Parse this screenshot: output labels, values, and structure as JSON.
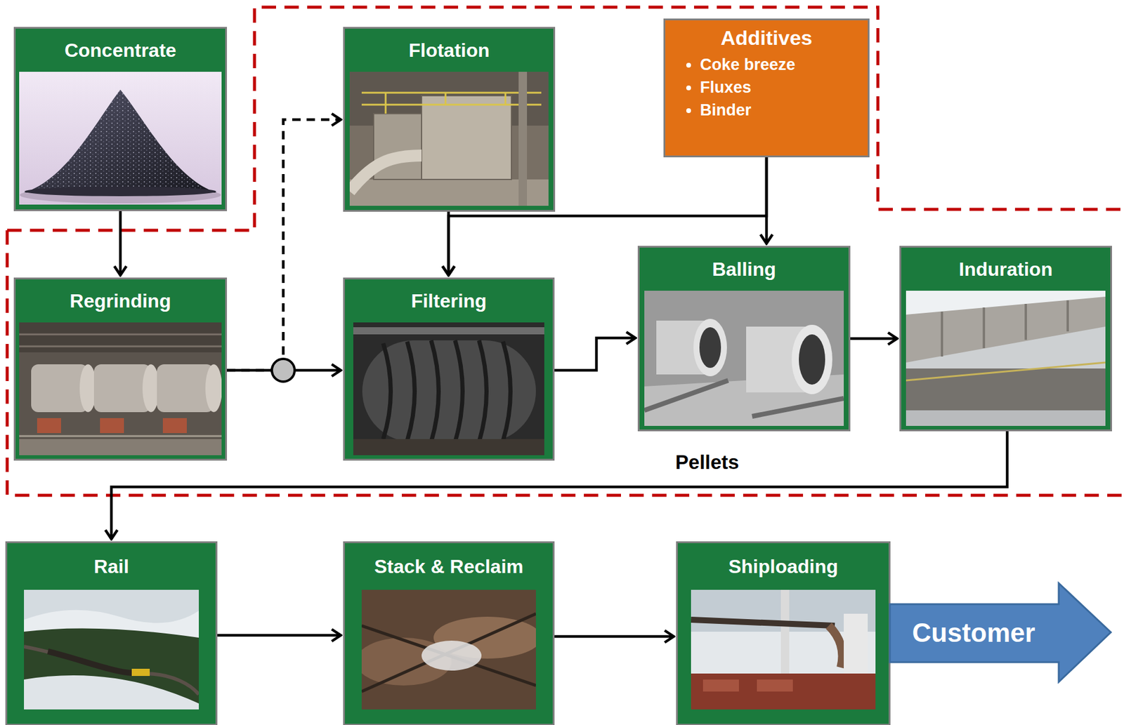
{
  "diagram": {
    "nodes": [
      {
        "text": [
          "Concentrate"
        ]
      },
      {
        "text": [
          "Flotation"
        ]
      },
      {
        "text": [
          "Additives",
          "Coke breeze",
          "Fluxes",
          "Binder"
        ]
      },
      {
        "text": [
          "Regrinding"
        ]
      },
      {
        "text": [
          "Filtering"
        ]
      },
      {
        "text": [
          "Balling"
        ]
      },
      {
        "text": [
          "Induration"
        ]
      },
      {
        "text": [
          "Rail"
        ]
      },
      {
        "text": [
          "Stack & Reclaim"
        ]
      },
      {
        "text": [
          "Shiploading"
        ]
      },
      {
        "text": [
          "Customer"
        ]
      }
    ],
    "edges": [
      {
        "from": 0,
        "to": 3,
        "arrow": "to"
      },
      {
        "from": 3,
        "to": 4,
        "arrow": "to"
      },
      {
        "from": 3,
        "to": 1,
        "arrow": "to"
      },
      {
        "from": 1,
        "to": 4,
        "arrow": "to"
      },
      {
        "from": 2,
        "to": 4,
        "arrow": "to"
      },
      {
        "from": 2,
        "to": 5,
        "arrow": "to"
      },
      {
        "from": 4,
        "to": 5,
        "arrow": "to"
      },
      {
        "from": 5,
        "to": 6,
        "arrow": "to"
      },
      {
        "from": 6,
        "to": 7,
        "arrow": "to"
      },
      {
        "from": 7,
        "to": 8,
        "arrow": "to"
      },
      {
        "from": 8,
        "to": 9,
        "arrow": "to"
      }
    ],
    "labels": [
      "Pellets"
    ]
  }
}
